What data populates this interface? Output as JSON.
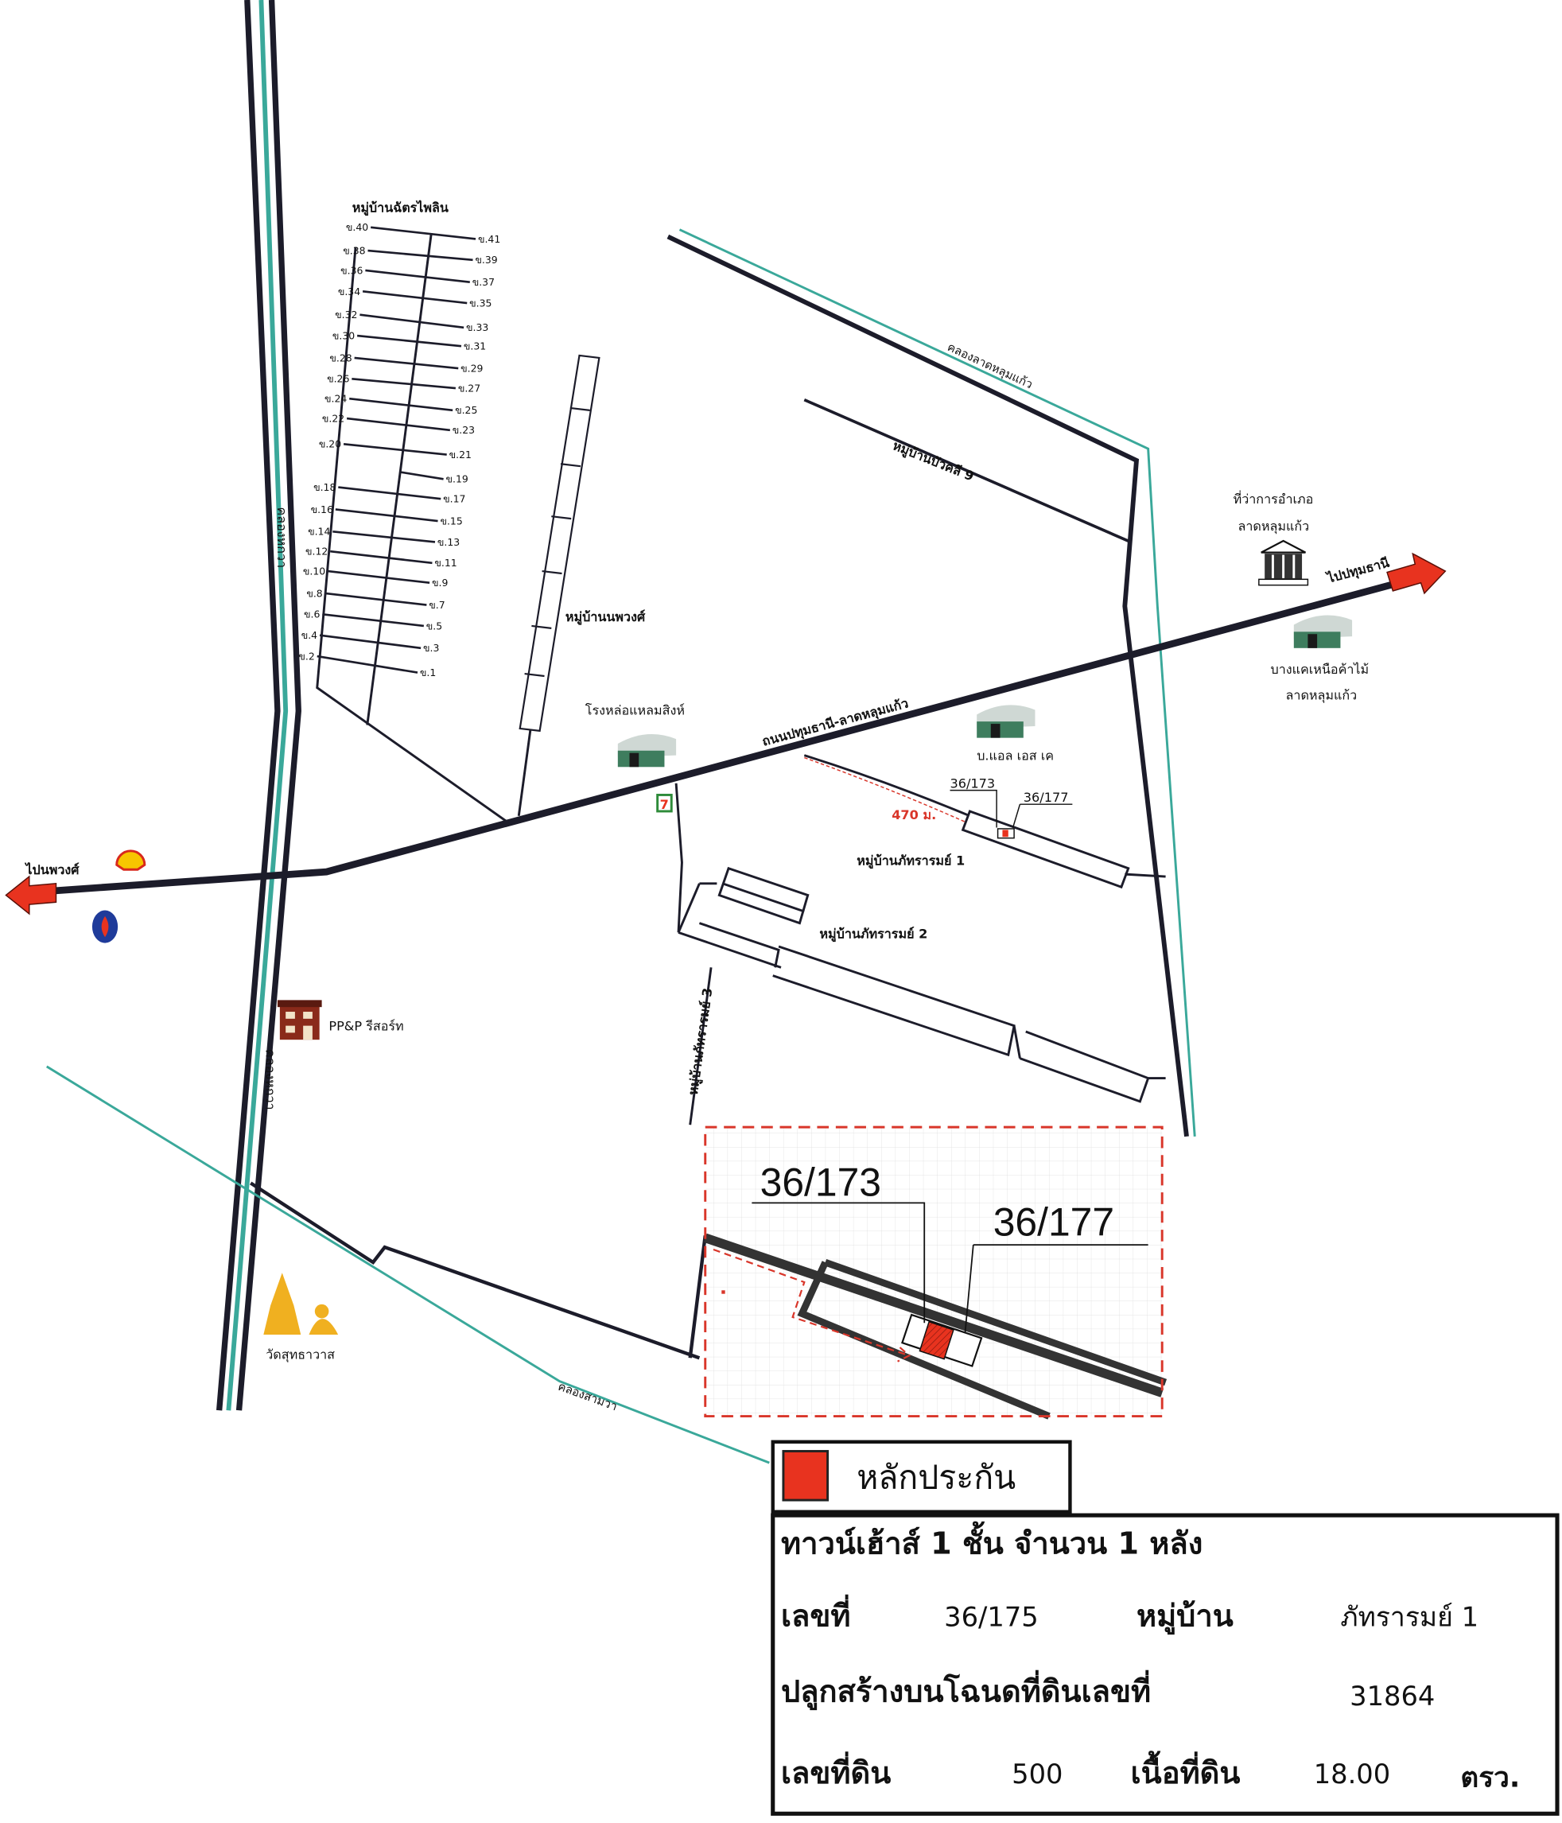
{
  "colors": {
    "road": "#1c1c2a",
    "canal": "#3aa89a",
    "arrow": "#e8331f",
    "collateral": "#e8331f",
    "inset_border": "#d9362a"
  },
  "village_chatpailin": {
    "title": "หมู่บ้านฉัตรไพลิน",
    "left_soi": [
      "ข.40",
      "ข.38",
      "ข.36",
      "ข.34",
      "ข.32",
      "ข.30",
      "ข.28",
      "ข.26",
      "ข.24",
      "ข.22",
      "ข.20",
      "ข.18",
      "ข.16",
      "ข.14",
      "ข.12",
      "ข.10",
      "ข.8",
      "ข.6",
      "ข.4",
      "ข.2"
    ],
    "right_soi": [
      "ข.41",
      "ข.39",
      "ข.37",
      "ข.35",
      "ข.33",
      "ข.31",
      "ข.29",
      "ข.27",
      "ข.25",
      "ข.23",
      "ข.21",
      "ข.19",
      "ข.17",
      "ข.15",
      "ข.13",
      "ข.11",
      "ข.9",
      "ข.7",
      "ข.5",
      "ข.3",
      "ข.1"
    ]
  },
  "labels": {
    "noppawong_village": "หมู่บ้านนพวงศ์",
    "foundry": "โรงหล่อแหลมสิงห์",
    "main_road": "ถนนปทุมธานี-ลาดหลุมแก้ว",
    "lsk": "บ.แอล เอส เค",
    "house_a": "36/173",
    "house_b": "36/177",
    "distance": "470 ม.",
    "pattararom1": "หมู่บ้านภัทรารมย์ 1",
    "pattararom2": "หมู่บ้านภัทรารมย์ 2",
    "pattararom3": "หมู่บ้านภัทรารมย์ 3",
    "buakli9": "หมู่บ้านบัวคลี 9",
    "canal_ladlumkaeo": "คลองลาดหลุมแก้ว",
    "district_office_1": "ที่ว่าการอำเภอ",
    "district_office_2": "ลาดหลุมแก้ว",
    "to_pathum": "ไปปทุมธานี",
    "timber_1": "บางแคเหนือค้าไม้",
    "timber_2": "ลาดหลุมแก้ว",
    "to_noppawong": "ไปนพวงศ์",
    "resort": "PP&P รีสอร์ท",
    "temple": "วัดสุทธาวาส",
    "canal_samwa": "คลองสามวา",
    "canal_vertical": "คลองหกวา",
    "seven_eleven": "7"
  },
  "inset": {
    "house_a": "36/173",
    "house_b": "36/177"
  },
  "legend": {
    "collateral": "หลักประกัน"
  },
  "info": {
    "title": "ทาวน์เฮ้าส์ 1 ชั้น จำนวน 1 หลัง",
    "house_no_label": "เลขที่",
    "house_no": "36/175",
    "village_label": "หมู่บ้าน",
    "village": "ภัทรารมย์ 1",
    "deed_label": "ปลูกสร้างบนโฉนดที่ดินเลขที่",
    "deed_no": "31864",
    "land_no_label": "เลขที่ดิน",
    "land_no": "500",
    "area_label": "เนื้อที่ดิน",
    "area": "18.00",
    "area_unit": "ตรว."
  }
}
